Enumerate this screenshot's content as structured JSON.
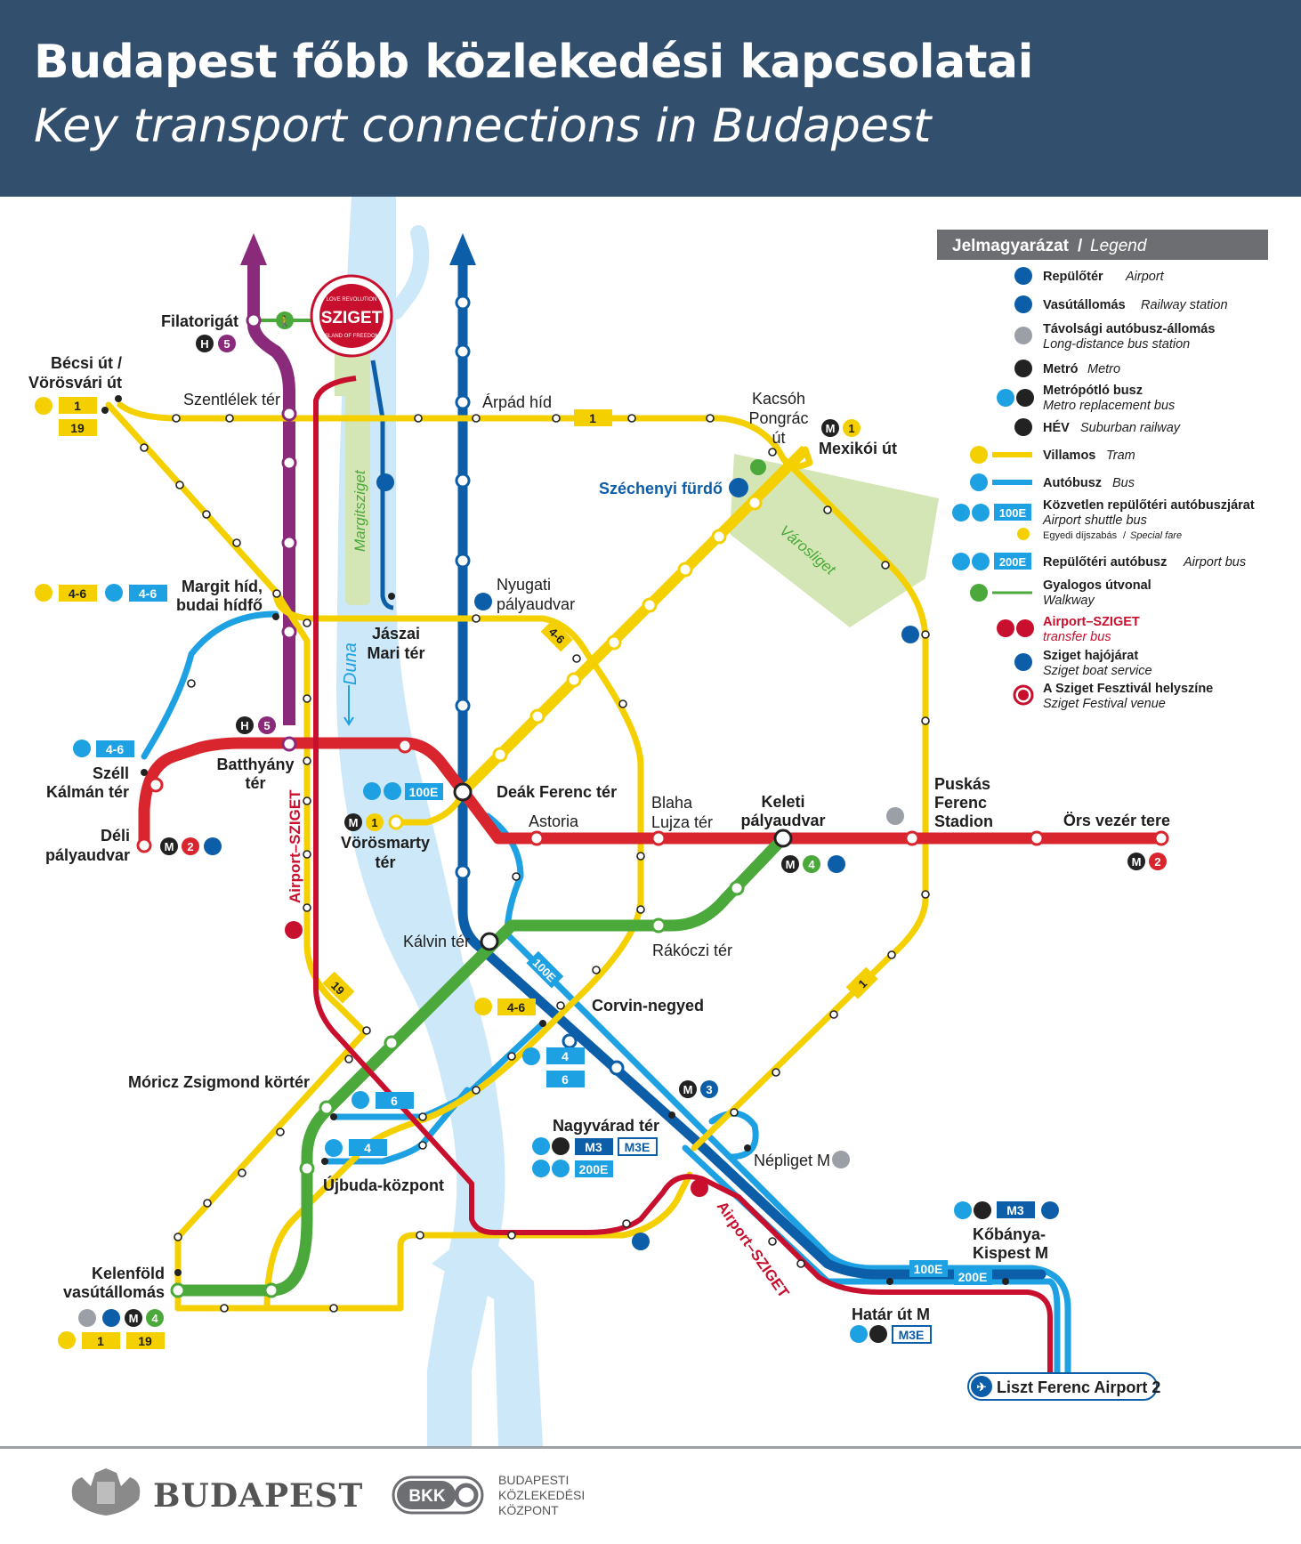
{
  "title": {
    "hu": "Budapest főbb közlekedési kapcsolatai",
    "en": "Key transport connections in Budapest"
  },
  "colors": {
    "header": "#334f6e",
    "m1_yellow": "#f5d000",
    "m2_red": "#d9262e",
    "m3_blue": "#0d5ea8",
    "m4_green": "#4aa93a",
    "bus_blue": "#1ea1e2",
    "hev_purple": "#8a2a7a",
    "airport_shuttle": "#c8102e",
    "river": "#cde8f8",
    "park": "#d4e6b5"
  },
  "legend": {
    "header_hu": "Jelmagyarázat",
    "header_en": "Legend",
    "items": [
      {
        "icon": "airport-icon",
        "hu": "Repülőtér",
        "en": "Airport"
      },
      {
        "icon": "railway-station-icon",
        "hu": "Vasútállomás",
        "en": "Railway station"
      },
      {
        "icon": "long-distance-bus-icon",
        "hu": "Távolsági autóbusz-állomás",
        "en": "Long-distance bus station"
      },
      {
        "icon": "metro-icon",
        "hu": "Metró",
        "en": "Metro"
      },
      {
        "icon": "metro-replacement-bus-icon",
        "hu": "Metrópótló busz",
        "en": "Metro replacement bus"
      },
      {
        "icon": "hev-icon",
        "hu": "HÉV",
        "en": "Suburban railway"
      },
      {
        "icon": "tram-icon",
        "hu": "Villamos",
        "en": "Tram"
      },
      {
        "icon": "bus-icon",
        "hu": "Autóbusz",
        "en": "Bus"
      },
      {
        "icon": "airport-shuttle-icon",
        "hu": "Közvetlen repülőtéri autóbuszjárat",
        "en": "Airport shuttle bus",
        "badge": "100E",
        "note_hu": "Egyedi díjszabás",
        "note_en": "Special fare"
      },
      {
        "icon": "airport-bus-icon",
        "hu": "Repülőtéri autóbusz",
        "en": "Airport bus",
        "badge": "200E"
      },
      {
        "icon": "walkway-icon",
        "hu": "Gyalogos útvonal",
        "en": "Walkway"
      },
      {
        "icon": "airport-sziget-transfer-icon",
        "hu": "Airport–SZIGET",
        "en": "transfer bus"
      },
      {
        "icon": "boat-icon",
        "hu": "Sziget hajójárat",
        "en": "Sziget boat service"
      },
      {
        "icon": "sziget-venue-icon",
        "hu": "A Sziget Fesztivál helyszíne",
        "en": "Sziget Festival venue"
      }
    ]
  },
  "map_labels": {
    "river": "Duna",
    "island": "Margitsziget",
    "park": "Városliget",
    "sziget_logo": "SZIGET",
    "sziget_ring_top": "LOVE REVOLUTION",
    "sziget_ring_bottom": "ISLAND OF FREEDOM",
    "airport_sziget_route_1": "Airport–SZIGET",
    "airport_sziget_route_2": "Airport–SZIGET"
  },
  "stations": {
    "filatorigat": "Filatorigát",
    "becsi_1": "Bécsi út /",
    "becsi_2": "Vörösvári út",
    "szentlelek": "Szentlélek tér",
    "arpad": "Árpád híd",
    "kacsoh_1": "Kacsóh",
    "kacsoh_2": "Pongrác",
    "kacsoh_3": "út",
    "mexikoi": "Mexikói út",
    "szechenyi": "Széchenyi fürdő",
    "margit_1": "Margit híd,",
    "margit_2": "budai hídfő",
    "jaszai_1": "Jászai",
    "jaszai_2": "Mari tér",
    "nyugati_1": "Nyugati",
    "nyugati_2": "pályaudvar",
    "szell_1": "Széll",
    "szell_2": "Kálmán tér",
    "batthyany_1": "Batthyány",
    "batthyany_2": "tér",
    "deli_1": "Déli",
    "deli_2": "pályaudvar",
    "deak": "Deák Ferenc tér",
    "astoria": "Astoria",
    "blaha_1": "Blaha",
    "blaha_2": "Lujza tér",
    "keleti_1": "Keleti",
    "keleti_2": "pályaudvar",
    "puskas_1": "Puskás",
    "puskas_2": "Ferenc",
    "puskas_3": "Stadion",
    "ors": "Örs vezér tere",
    "vorosmarty_1": "Vörösmarty",
    "vorosmarty_2": "tér",
    "kalvin": "Kálvin tér",
    "rakoczi": "Rákóczi tér",
    "corvin": "Corvin-negyed",
    "moricz": "Móricz Zsigmond körtér",
    "nagyvarad": "Nagyvárad tér",
    "nepliget": "Népliget M",
    "ujbuda": "Újbuda-központ",
    "kobanya_1": "Kőbánya-",
    "kobanya_2": "Kispest M",
    "kelenfold_1": "Kelenföld",
    "kelenfold_2": "vasútállomás",
    "hatar": "Határ út M",
    "airport": "Liszt Ferenc Airport 2"
  },
  "badges": {
    "tram_1": "1",
    "tram_19": "19",
    "tram_4_6": "4-6",
    "bus_4_6": "4-6",
    "bus_4": "4",
    "bus_6": "6",
    "bus_100e": "100E",
    "bus_200e": "200E",
    "m1": "1",
    "m2": "2",
    "m3": "3",
    "m4": "4",
    "m3_text": "M3",
    "m3e_text": "M3E",
    "hev_5": "5",
    "hev_h": "H",
    "metro_m": "M"
  },
  "footer": {
    "budapest": "BUDAPEST",
    "bkk": "BKK",
    "bkk_line1": "BUDAPESTI",
    "bkk_line2": "KÖZLEKEDÉSI",
    "bkk_line3": "KÖZPONT"
  }
}
